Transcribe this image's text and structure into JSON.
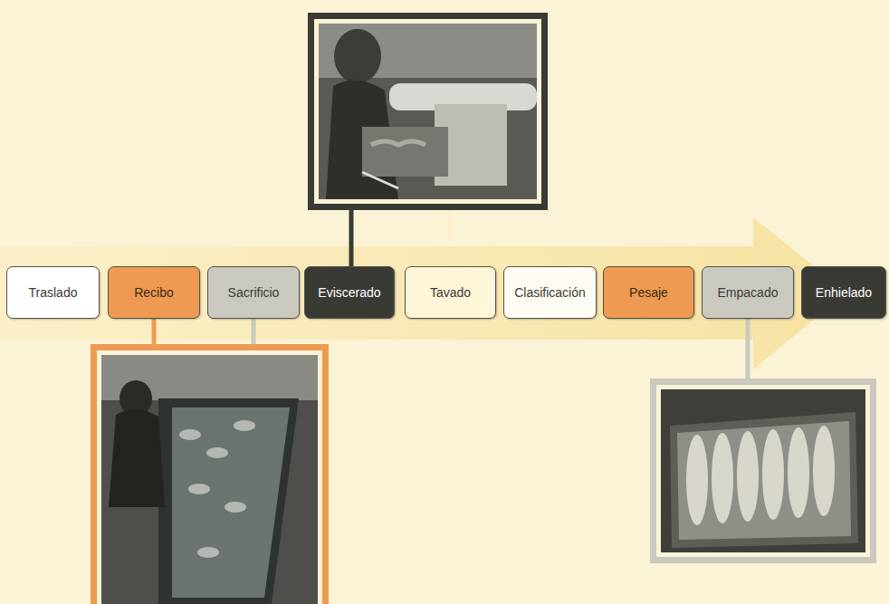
{
  "diagram": {
    "nodes": [
      {
        "text": [
          "Traslado"
        ]
      },
      {
        "text": [
          "Recibo"
        ]
      },
      {
        "text": [
          "Sacrificio"
        ]
      },
      {
        "text": [
          "Eviscerado"
        ]
      },
      {
        "text": [
          "Tavado"
        ]
      },
      {
        "text": [
          "Clasificación"
        ]
      },
      {
        "text": [
          "Pesaje"
        ]
      },
      {
        "text": [
          "Empacado"
        ]
      },
      {
        "text": [
          "Enhielado"
        ]
      }
    ]
  }
}
